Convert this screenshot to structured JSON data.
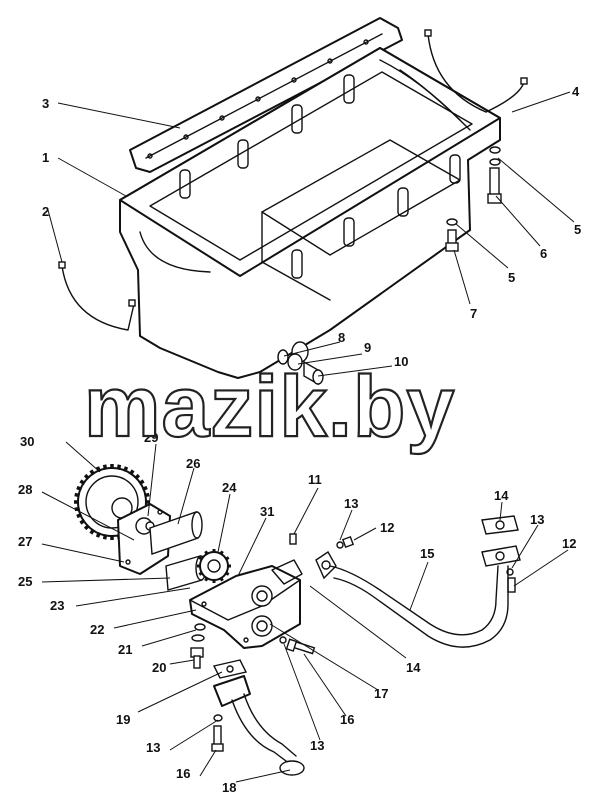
{
  "watermark": "mazik.by",
  "callouts": {
    "c1": "1",
    "c2": "2",
    "c3": "3",
    "c4": "4",
    "c5a": "5",
    "c5b": "5",
    "c6": "6",
    "c7": "7",
    "c8": "8",
    "c9": "9",
    "c10": "10",
    "c11": "11",
    "c12a": "12",
    "c12b": "12",
    "c13a": "13",
    "c13b": "13",
    "c13c": "13",
    "c13d": "13",
    "c14a": "14",
    "c14b": "14",
    "c15": "15",
    "c16a": "16",
    "c16b": "16",
    "c17": "17",
    "c18": "18",
    "c19": "19",
    "c20": "20",
    "c21": "21",
    "c22": "22",
    "c23": "23",
    "c24": "24",
    "c25": "25",
    "c26": "26",
    "c27": "27",
    "c28": "28",
    "c29": "29",
    "c30": "30",
    "c31": "31"
  }
}
